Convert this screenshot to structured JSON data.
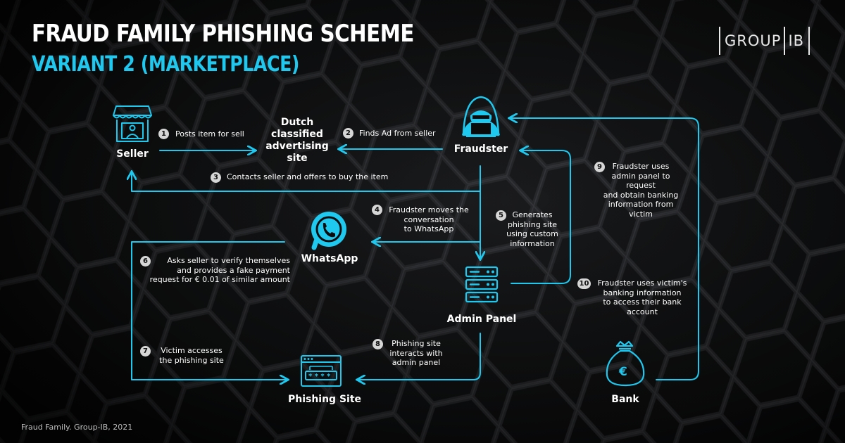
{
  "title": "FRAUD FAMILY PHISHING SCHEME",
  "subtitle": "VARIANT 2 (MARKETPLACE)",
  "logo": {
    "left": "GROUP",
    "right": "IB"
  },
  "colors": {
    "accent": "#1ec8ef",
    "background": "#0b0b0c",
    "text": "#ffffff",
    "badge": "#d6d6d6"
  },
  "nodes": {
    "seller": {
      "label": "Seller",
      "icon": "storefront-seller-icon"
    },
    "classified": {
      "label_lines": [
        "Dutch",
        "classified",
        "advertising",
        "site"
      ]
    },
    "fraudster": {
      "label": "Fraudster",
      "icon": "hooded-hacker-laptop-icon"
    },
    "whatsapp": {
      "label": "WhatsApp",
      "icon": "whatsapp-icon"
    },
    "admin": {
      "label": "Admin Panel",
      "icon": "server-stack-icon"
    },
    "phishing": {
      "label": "Phishing Site",
      "icon": "password-window-icon"
    },
    "bank": {
      "label": "Bank",
      "icon": "euro-money-bag-icon"
    }
  },
  "steps": [
    {
      "num": "1",
      "lines": [
        "Posts item for sell"
      ]
    },
    {
      "num": "2",
      "lines": [
        "Finds Ad from seller"
      ]
    },
    {
      "num": "3",
      "lines": [
        "Contacts seller and offers to buy the item"
      ]
    },
    {
      "num": "4",
      "lines": [
        "Fraudster moves the",
        "conversation",
        "to WhatsApp"
      ]
    },
    {
      "num": "5",
      "lines": [
        "Generates",
        "phishing site",
        "using custom",
        "information"
      ]
    },
    {
      "num": "6",
      "lines": [
        "Asks seller to verify themselves",
        "and provides a fake payment",
        "request for € 0.01 of similar amount"
      ]
    },
    {
      "num": "7",
      "lines": [
        "Victim accesses",
        "the phishing site"
      ]
    },
    {
      "num": "8",
      "lines": [
        "Phishing site",
        "interacts with",
        "admin panel"
      ]
    },
    {
      "num": "9",
      "lines": [
        "Fraudster uses",
        "admin panel to",
        "request",
        "and obtain banking",
        "information from",
        "victim"
      ]
    },
    {
      "num": "10",
      "lines": [
        "Fraudster uses victim's",
        "banking information",
        "to access their bank",
        "account"
      ]
    }
  ],
  "footer": "Fraud Family. Group-IB, 2021"
}
